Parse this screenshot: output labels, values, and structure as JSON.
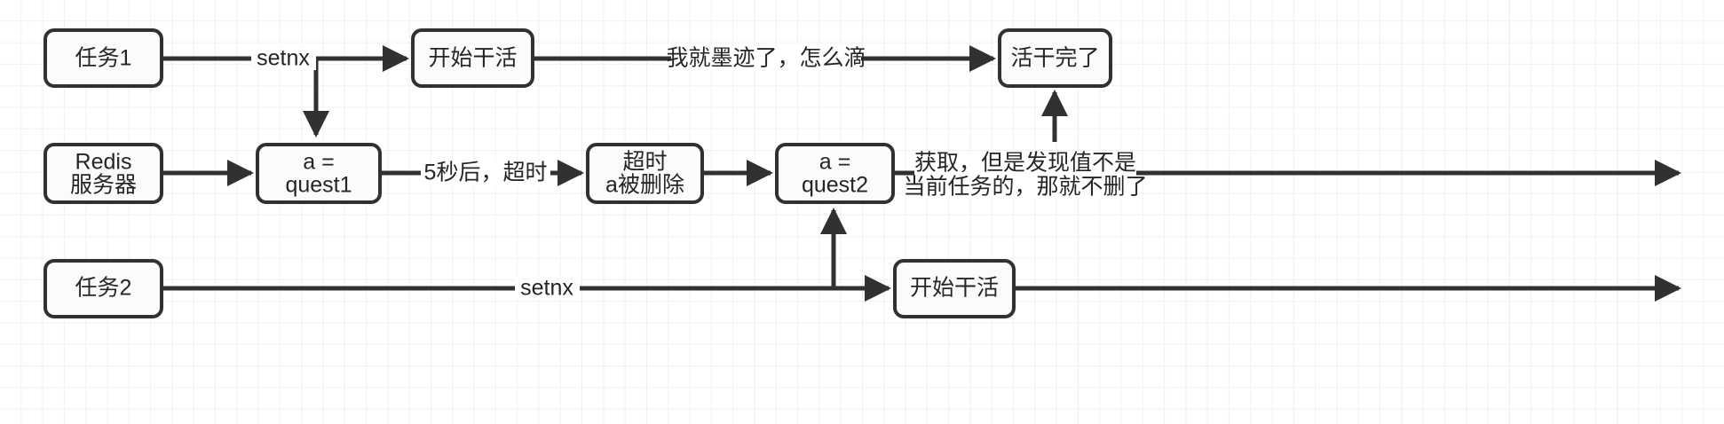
{
  "diagram": {
    "title": "Redis setnx distributed lock timeout flow",
    "background": "#ffffff",
    "grid_color": "#ededed",
    "line_color": "#2f3132",
    "node_fill": "#fbfbfb",
    "text_color": "#232527",
    "nodes": [
      {
        "id": "task1",
        "line1": "任务1",
        "line2": ""
      },
      {
        "id": "work1",
        "line1": "开始干活",
        "line2": ""
      },
      {
        "id": "done",
        "line1": "活干完了",
        "line2": ""
      },
      {
        "id": "redis",
        "line1": "Redis",
        "line2": "服务器"
      },
      {
        "id": "quest1",
        "line1": "a =",
        "line2": "quest1"
      },
      {
        "id": "timeout",
        "line1": "超时",
        "line2": "a被删除"
      },
      {
        "id": "quest2",
        "line1": "a =",
        "line2": "quest2"
      },
      {
        "id": "task2",
        "line1": "任务2",
        "line2": ""
      },
      {
        "id": "work2",
        "line1": "开始干活",
        "line2": ""
      }
    ],
    "edge_labels": [
      {
        "id": "setnx-top",
        "line1": "setnx",
        "line2": ""
      },
      {
        "id": "moji",
        "line1": "我就墨迹了，怎么滴",
        "line2": ""
      },
      {
        "id": "five-seconds",
        "line1": "5秒后，超时",
        "line2": ""
      },
      {
        "id": "huoqu",
        "line1": "获取，但是发现值不是",
        "line2": "当前任务的，那就不删了"
      },
      {
        "id": "setnx-bottom",
        "line1": "setnx",
        "line2": ""
      }
    ]
  }
}
